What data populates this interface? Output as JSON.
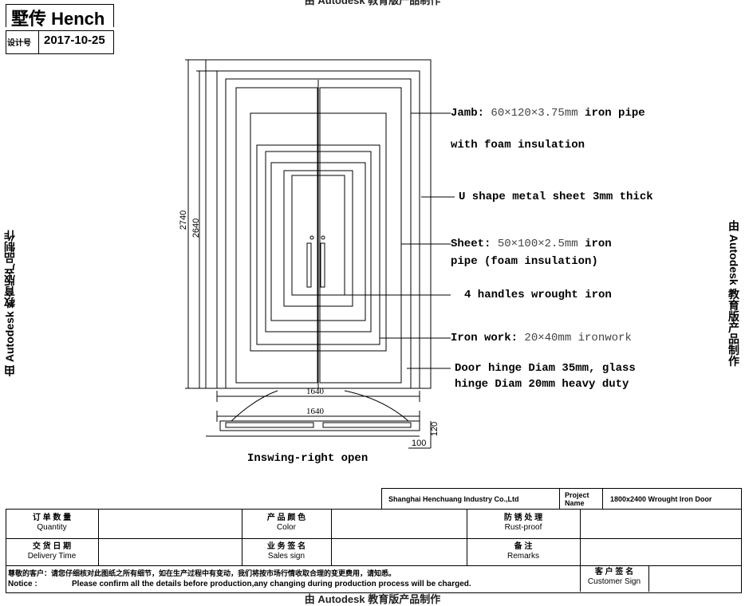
{
  "watermark": {
    "top": "由 Autodesk 教育版产品制作",
    "bottom": "由 Autodesk 教育版产品制作",
    "left": "由 Autodesk 教育版产品制作",
    "right": "由 Autodesk 教育版产品制作"
  },
  "header": {
    "brand": "墅传 Hench",
    "design_no_label": "设计号",
    "design_no_value": "2017-10-25"
  },
  "dimensions": {
    "outer_height": "2740",
    "inner_height": "2640",
    "outer_width": "1640",
    "inner_width": "1640",
    "threshold_depth": "120",
    "threshold_width": "100"
  },
  "annotations": {
    "jamb_bold": "Jamb:",
    "jamb_light": "60×120×3.75mm",
    "jamb_bold2": "iron pipe",
    "jamb_line3": "with foam insulation",
    "u_shape": "U shape metal sheet 3mm thick",
    "sheet_bold": "Sheet:",
    "sheet_light": "50×100×2.5mm",
    "sheet_bold2": "iron",
    "sheet_line2": "pipe (foam insulation)",
    "handles": "4 handles wrought iron",
    "iron_bold": "Iron work:",
    "iron_light": "20×40mm ironwork",
    "hinge_line1": "Door hinge Diam 35mm, glass",
    "hinge_line2": "hinge Diam 20mm heavy duty",
    "open_direction": "Inswing-right open"
  },
  "title_block": {
    "company": "Shanghai Henchuang Industry Co.,Ltd",
    "project_label_1": "Project",
    "project_label_2": "Name",
    "project_name": "1800x2400 Wrought Iron Door"
  },
  "form": {
    "quantity_cn": "订 单 数 量",
    "quantity_en": "Quantity",
    "color_cn": "产 品 颜 色",
    "color_en": "Color",
    "rustproof_cn": "防 锈 处 理",
    "rustproof_en": "Rust-proof",
    "delivery_cn": "交 货 日 期",
    "delivery_en": "Delivery Time",
    "sales_cn": "业 务 签 名",
    "sales_en": "Sales sign",
    "remarks_cn": "备 注",
    "remarks_en": "Remarks",
    "notice_cn_label": "尊敬的客户：",
    "notice_cn": "请您仔细核对此图纸之所有细节，如在生产过程中有变动，我们将按市场行情收取合理的变更费用，请知悉。",
    "notice_en_label": "Notice :",
    "notice_en": "Please confirm all the details before production,any changing during production process will be charged.",
    "customer_cn": "客 户 签 名",
    "customer_en": "Customer Sign"
  }
}
